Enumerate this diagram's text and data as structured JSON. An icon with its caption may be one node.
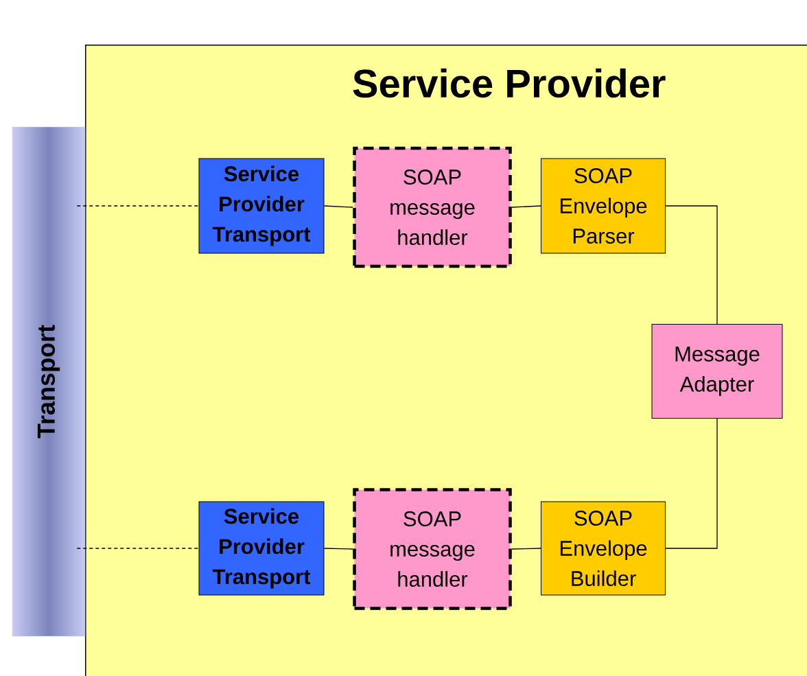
{
  "diagram": {
    "nodes": [
      {
        "text": [
          "Transport"
        ]
      },
      {
        "text": [
          "Service Provider"
        ]
      },
      {
        "text": [
          "Service Provider Transport"
        ],
        "in": 1
      },
      {
        "text": [
          "SOAP message handler"
        ],
        "in": 1
      },
      {
        "text": [
          "SOAP Envelope Parser"
        ],
        "in": 1
      },
      {
        "text": [
          "Message Adapter"
        ],
        "in": 1
      },
      {
        "text": [
          "Service Provider Transport"
        ],
        "in": 1
      },
      {
        "text": [
          "SOAP message handler"
        ],
        "in": 1
      },
      {
        "text": [
          "SOAP Envelope Builder"
        ],
        "in": 1
      }
    ],
    "edges": [
      {
        "from": 0,
        "to": 2,
        "arrow": "none",
        "style": "dashed"
      },
      {
        "from": 2,
        "to": 3,
        "arrow": "none"
      },
      {
        "from": 3,
        "to": 4,
        "arrow": "none"
      },
      {
        "from": 4,
        "to": 5,
        "arrow": "none"
      },
      {
        "from": 5,
        "to": 8,
        "arrow": "none"
      },
      {
        "from": 8,
        "to": 7,
        "arrow": "none"
      },
      {
        "from": 7,
        "to": 6,
        "arrow": "none"
      },
      {
        "from": 0,
        "to": 6,
        "arrow": "none",
        "style": "dashed"
      }
    ]
  }
}
